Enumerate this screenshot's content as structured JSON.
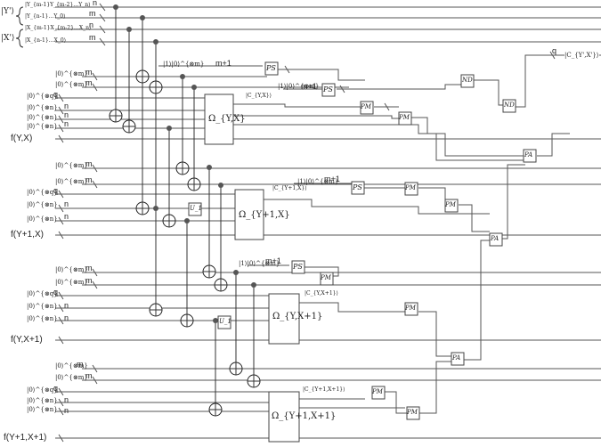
{
  "inputs": {
    "Y_label": "|Y'⟩",
    "Y_top": "|Y_{m-1}Y_{m-2}…Y_n⟩",
    "Y_bottom": "|Y_{n-1}…Y_0⟩",
    "X_label": "|X'⟩",
    "X_top": "|X_{m-1}X_{m-2}…X_n⟩",
    "X_bottom": "|X_{n-1}…X_0⟩"
  },
  "wire_widths": {
    "n": "n",
    "m": "m",
    "q": "q",
    "m1": "m+1"
  },
  "ancilla": {
    "zero_m": "|0⟩^{⊗m}",
    "zero_q": "|0⟩^{⊗q}",
    "zero_n": "|0⟩^{⊗n}",
    "one_zero": "|1⟩|0⟩^{⊗m}"
  },
  "functions": [
    "f(Y,X)",
    "f(Y+1,X)",
    "f(Y,X+1)",
    "f(Y+1,X+1)"
  ],
  "oracles": [
    "Ω_{Y,X}",
    "Ω_{Y+1,X}",
    "Ω_{Y,X+1}",
    "Ω_{Y+1,X+1}"
  ],
  "c_labels": [
    "|C_{Y,X}⟩",
    "|C_{Y+1,X}⟩",
    "|C_{Y,X+1}⟩",
    "|C_{Y+1,X+1}⟩"
  ],
  "gates": {
    "ps": "PS",
    "pm": "PM",
    "pa": "PA",
    "nd": "ND",
    "u1": "U_1"
  },
  "output": "|C_{Y',X'}⟩"
}
